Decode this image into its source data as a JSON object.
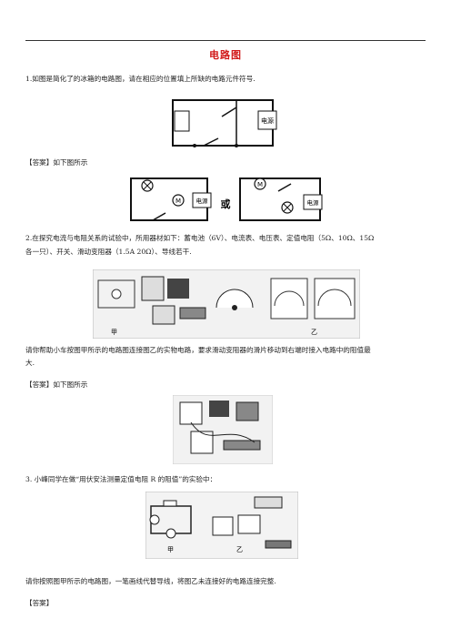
{
  "title": "电路图",
  "q1": "1.如图是简化了的冰箱的电路图，请在相应的位置填上所缺的电路元件符号.",
  "q1_fig_label": "电源",
  "ans_label": "【答案】如下图所示",
  "ans1": {
    "left_label": "电源",
    "middle": "或",
    "right_label": "电源"
  },
  "q2_line1": "2.在探究电流与电阻关系的试验中，所用器材如下：蓄电池（6V）、电流表、电压表、定值电阻（5Ω、10Ω、15Ω",
  "q2_line2": "各一只）、开关、滑动变阻器（1.5A   20Ω）、导线若干.",
  "q2_fig_labels": {
    "left": "甲",
    "right": "乙"
  },
  "q2_ask1": "请你帮助小车按图甲所示的电路图连接图乙的实物电路，要求滑动变阻器的滑片移动到右端时接入电路中的阻值最",
  "q2_ask2": "大.",
  "ans2": "【答案】如下图所示",
  "q3": "3. 小峰同学在做“用伏安法测量定值电阻 R 的阻值”的实验中：",
  "q3_fig_labels": {
    "left": "甲",
    "right": "乙"
  },
  "q3_ask": "请你按照图甲所示的电路图，一笔画线代替导线，将图乙未连接好的电路连接完整.",
  "ans3": "【答案】"
}
